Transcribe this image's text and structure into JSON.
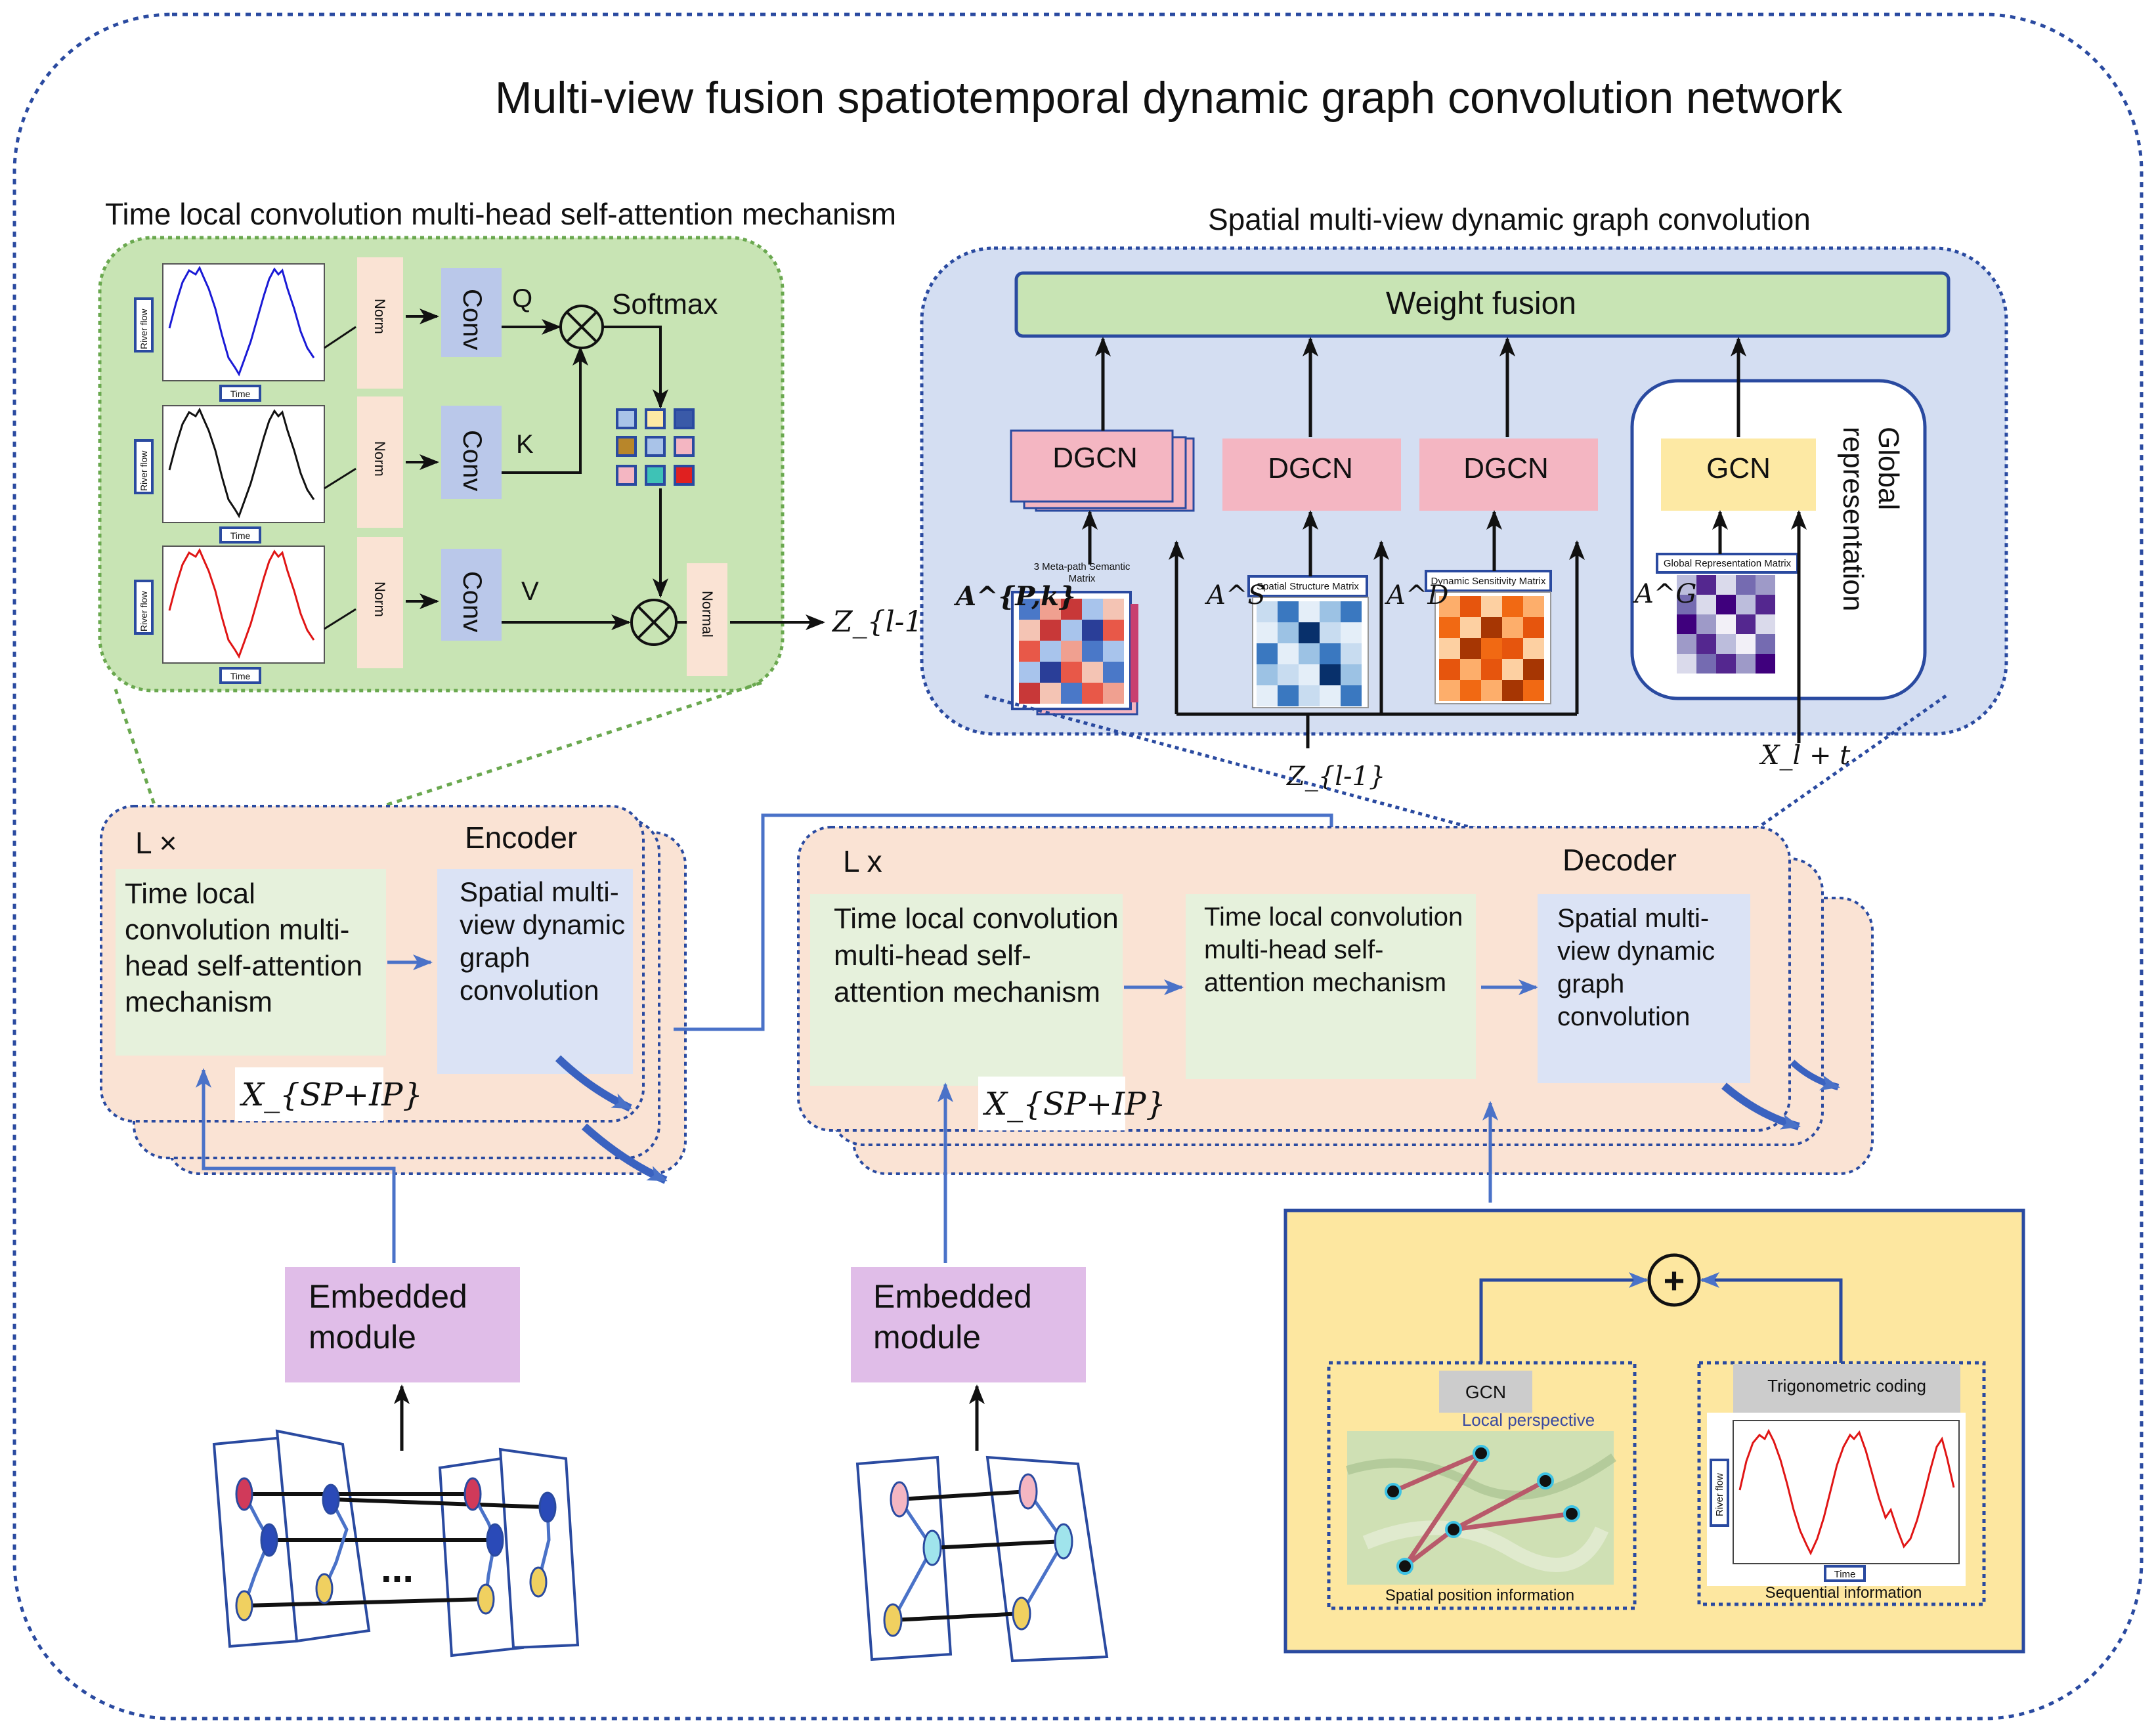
{
  "title": "Multi-view fusion spatiotemporal dynamic graph convolution network",
  "temporal_panel": {
    "heading": "Time local convolution multi-head self-attention mechanism",
    "chart_ylabel": "River flow",
    "chart_xlabel": "Time",
    "norm_label": "Norm",
    "conv_label": "Conv",
    "q_label": "Q",
    "k_label": "K",
    "v_label": "V",
    "softmax_label": "Softmax",
    "normal_label": "Normal",
    "output_label": "Z_{l-1}",
    "series_colors": [
      "#1a1ad6",
      "#111111",
      "#e01515"
    ]
  },
  "spatial_panel": {
    "heading": "Spatial multi-view dynamic graph convolution",
    "weight_fusion": "Weight fusion",
    "dgcn_label": "DGCN",
    "gcn_label": "GCN",
    "global_label_line1": "Global",
    "global_label_line2": "representation",
    "matrix_titles": {
      "semantic_line1": "3 Meta-path Semantic",
      "semantic_line2": "Matrix",
      "structure": "Spatial Structure Matrix",
      "dynamic": "Dynamic Sensitivity Matrix",
      "global": "Global Representation Matrix"
    },
    "matrix_symbols": {
      "semantic": "A^{P,k}",
      "structure": "A^S",
      "dynamic": "A^D",
      "global": "A^G"
    },
    "input_z": "Z_{l-1}",
    "input_x": "X_l + t"
  },
  "encoder": {
    "repeat": "L ×",
    "label": "Encoder",
    "block1": "Time local convolution multi-head self-attention mechanism",
    "block2": "Spatial multi-view dynamic graph convolution",
    "x_label": "X_{SP+IP}"
  },
  "decoder": {
    "repeat": "L x",
    "label": "Decoder",
    "block1": "Time local convolution multi-head self-attention mechanism",
    "block2": "Time local convolution multi-head self-attention mechanism",
    "block3": "Spatial multi-view dynamic graph convolution",
    "x_label": "X_{SP+IP}"
  },
  "embedded_module": "Embedded module",
  "graph_ellipsis": "...",
  "position_panel": {
    "gcn": "GCN",
    "local_perspective": "Local perspective",
    "spatial_info": "Spatial position information",
    "trig": "Trigonometric coding",
    "seq_info": "Sequential information",
    "chart_ylabel": "River flow",
    "chart_xlabel": "Time",
    "plus_symbol": "+"
  },
  "colors": {
    "frame_blue": "#2a4aa0",
    "arrow_blue": "#4a72c8",
    "panel_green": "#c8e4b4",
    "panel_blue": "#d4def2",
    "peach": "#fae3d4",
    "lavender": "#bac8ea",
    "light_green_block": "#e6f1dc",
    "light_blue_block": "#dbe3f5",
    "pink": "#f4b6c2",
    "yellow": "#fde9a4",
    "purple": "#e0bde8",
    "gold_bg": "#fde7a0",
    "gray": "#cccccc"
  }
}
